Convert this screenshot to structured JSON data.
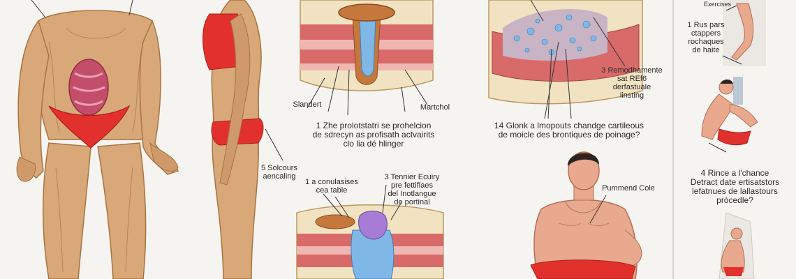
{
  "labels": {
    "exercises": "Exercises",
    "right_top": "1 Rus pars\nctappers\nrochaques\nde haite",
    "standard": "Slandert",
    "marchal": "Martchol",
    "caption_mid1": "1 Zhe prolotstatri se prohelcion\nde sdrecyn as profisath actvairits\nclo lia dé hlinger",
    "caption_mid2": "14 Glonk a lmopouts chandge cartileous\nde moicle des brontiques de poinage?",
    "label_3": "3 Remodhamente\nsat REf6\nderfastuale\nlinsting",
    "label_5": "5 Solcours\naencaling",
    "conclusion": "1 a conulasises\ncea table",
    "tennis": "3 Tennier Ecuiry\npre fettiflaes\ndel Inotlangue\nde portinal",
    "pummend": "Pummend Cole",
    "right_mid": "4 Rince a l'chance\nDetract date ertisatstors\nlefatnues de lallastours\nprócedle?"
  },
  "colors": {
    "muscle": "#d9a878",
    "muscle_shade": "#b98252",
    "red_garment": "#e2312d",
    "skin": "#e8a98e",
    "fat_layer": "#f1e3c2",
    "tissue_red": "#d96a6a",
    "tissue_pink": "#f0b7b2",
    "cyst_blue": "#7fb7e6",
    "cap_brown": "#c6783c",
    "purple": "#a67cd6"
  },
  "icons": {
    "figures": [
      "muscle-figure",
      "side-figure",
      "seated-man",
      "running-figure",
      "kneeling-figure",
      "small-figure"
    ]
  }
}
